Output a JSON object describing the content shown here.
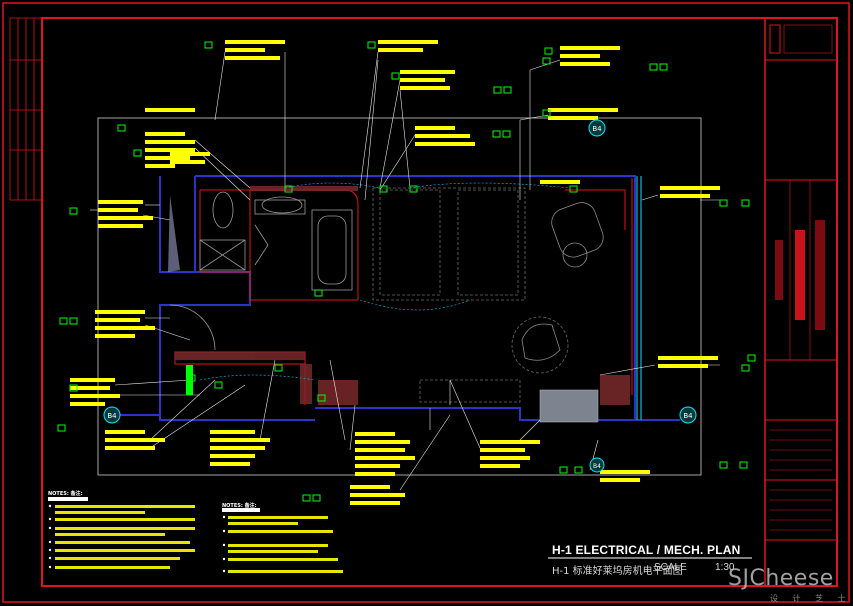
{
  "drawing": {
    "title": "H-1 ELECTRICAL  /  MECH. PLAN",
    "subtitle": "H-1  标准好莱坞房机电平面图",
    "scale_label": "SCALE",
    "scale_value": "1:30"
  },
  "notes": {
    "general_heading": "NOTES: 备注:",
    "mech_heading": "NOTES: 备注:"
  },
  "watermark": {
    "text": "SJCheese",
    "subtext": "设 计 芝 士"
  },
  "markers": {
    "top_right": "B4",
    "bottom_left": "B4",
    "bottom_right": "B4",
    "bottom_center": "B4"
  },
  "colors": {
    "border": "#e0141e",
    "wall": "#2a34c8",
    "annotation": "#ffff00",
    "leader": "#ffffff",
    "device": "#00ff00",
    "cyan": "#00e5ff"
  }
}
